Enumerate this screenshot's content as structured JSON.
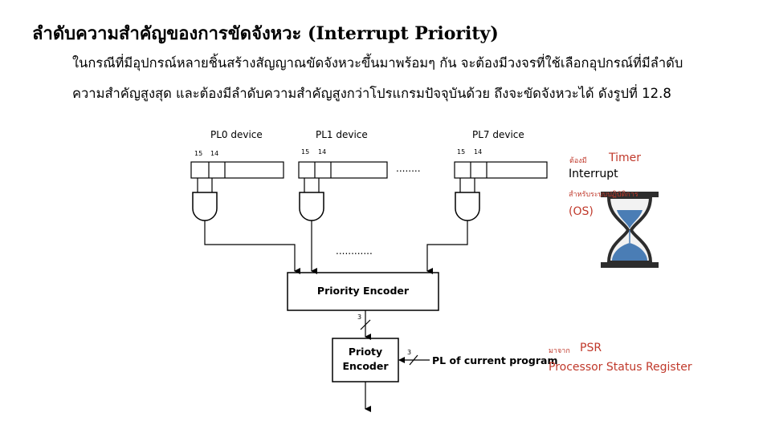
{
  "title": "ลำดับความสำคัญของการขัดจังหวะ (Interrupt Priority)",
  "paragraph": {
    "line1": "ในกรณีที่มีอุปกรณ์หลายชิ้นสร้างสัญญาณขัดจังหวะขึ้นมาพร้อมๆ กัน จะต้องมีวงจรที่ใช้เลือกอุปกรณ์ที่มีลำดับ",
    "line2": "ความสำคัญสูงสุด และต้องมีลำดับความสำคัญสูงกว่าโปรแกรมปัจจุบันด้วย ถึงจะขัดจังหวะได้ ดังรูปที่ 12.8"
  },
  "diagram": {
    "devices": [
      {
        "label": "PL0 device",
        "bit_hi": "15",
        "bit_lo": "14"
      },
      {
        "label": "PL1 device",
        "bit_hi": "15",
        "bit_lo": "14"
      },
      {
        "label": "PL7 device",
        "bit_hi": "15",
        "bit_lo": "14"
      }
    ],
    "ellipsis_top": "........",
    "ellipsis_mid": "............",
    "encoder1_label": "Priority Encoder",
    "bus_width_1": "3",
    "encoder2_label_line1": "Prioty",
    "encoder2_label_line2": "Encoder",
    "bus_width_2": "3",
    "current_pl_label": "PL of current program"
  },
  "timer_note": {
    "prefix": "ต้องมี",
    "line1": "Timer",
    "line2": "Interrupt",
    "line3": "สำหรับระบบปฏิบัติการ",
    "line4": "(OS)",
    "icon": "hourglass-icon"
  },
  "psr_note": {
    "prefix": "มาจาก",
    "line1": "PSR",
    "line2": "Processor Status Register"
  },
  "colors": {
    "accent_red": "#c0392b",
    "sand_blue": "#4a7db5"
  }
}
